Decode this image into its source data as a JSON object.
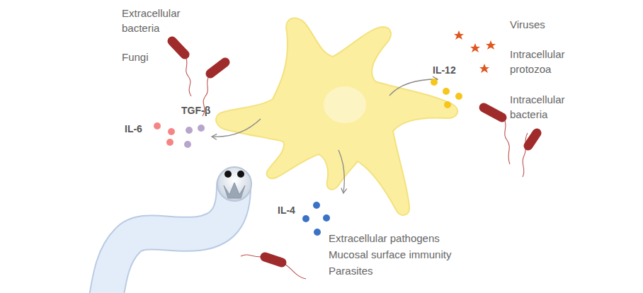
{
  "diagram": {
    "labels": [
      "Extracellular bacteria",
      "Fungi",
      "TGF-β",
      "IL-6",
      "IL-12",
      "Viruses",
      "Intracellular protozoa",
      "Intracellular bacteria",
      "IL-4",
      "Extracellular pathogens",
      "Mucosal surface immunity",
      "Parasites"
    ]
  }
}
